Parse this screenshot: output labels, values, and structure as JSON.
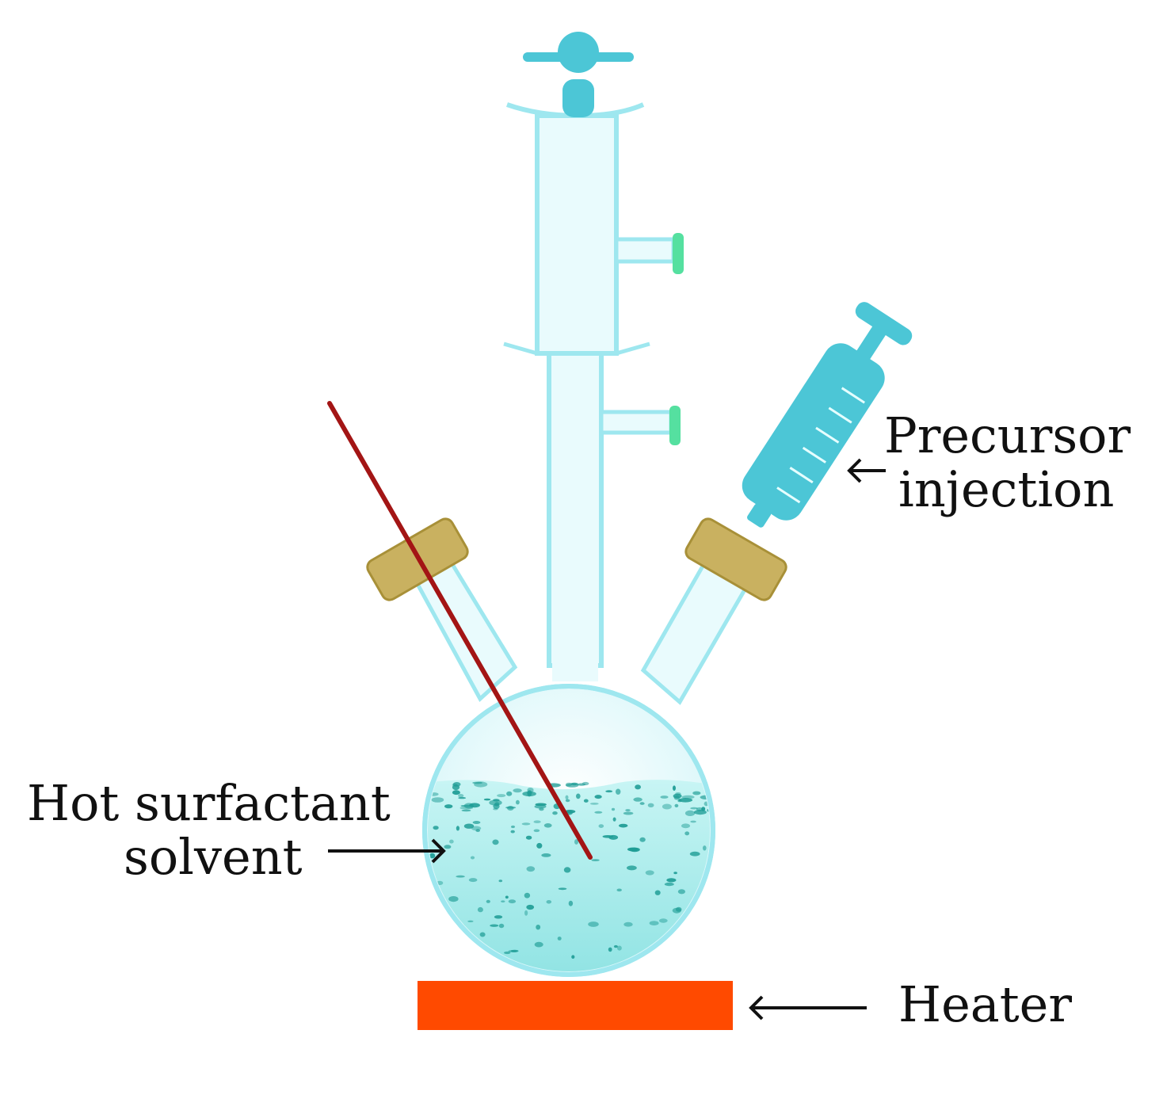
{
  "labels": {
    "precursor": [
      "Precursor",
      "injection"
    ],
    "solvent": [
      "Hot surfactant",
      "solvent"
    ],
    "heater": "Heater"
  },
  "colors": {
    "glass": "#9ee7ef",
    "glass_fill": "#e9fbfd",
    "liquid": "#aeeeee",
    "bubbles": "#1e9c95",
    "syringe": "#4cc6d6",
    "stopper": "#c9b160",
    "thermometer": "#a31515",
    "valve": "#55e0a0",
    "heater": "#ff4a00",
    "text": "#111111"
  }
}
